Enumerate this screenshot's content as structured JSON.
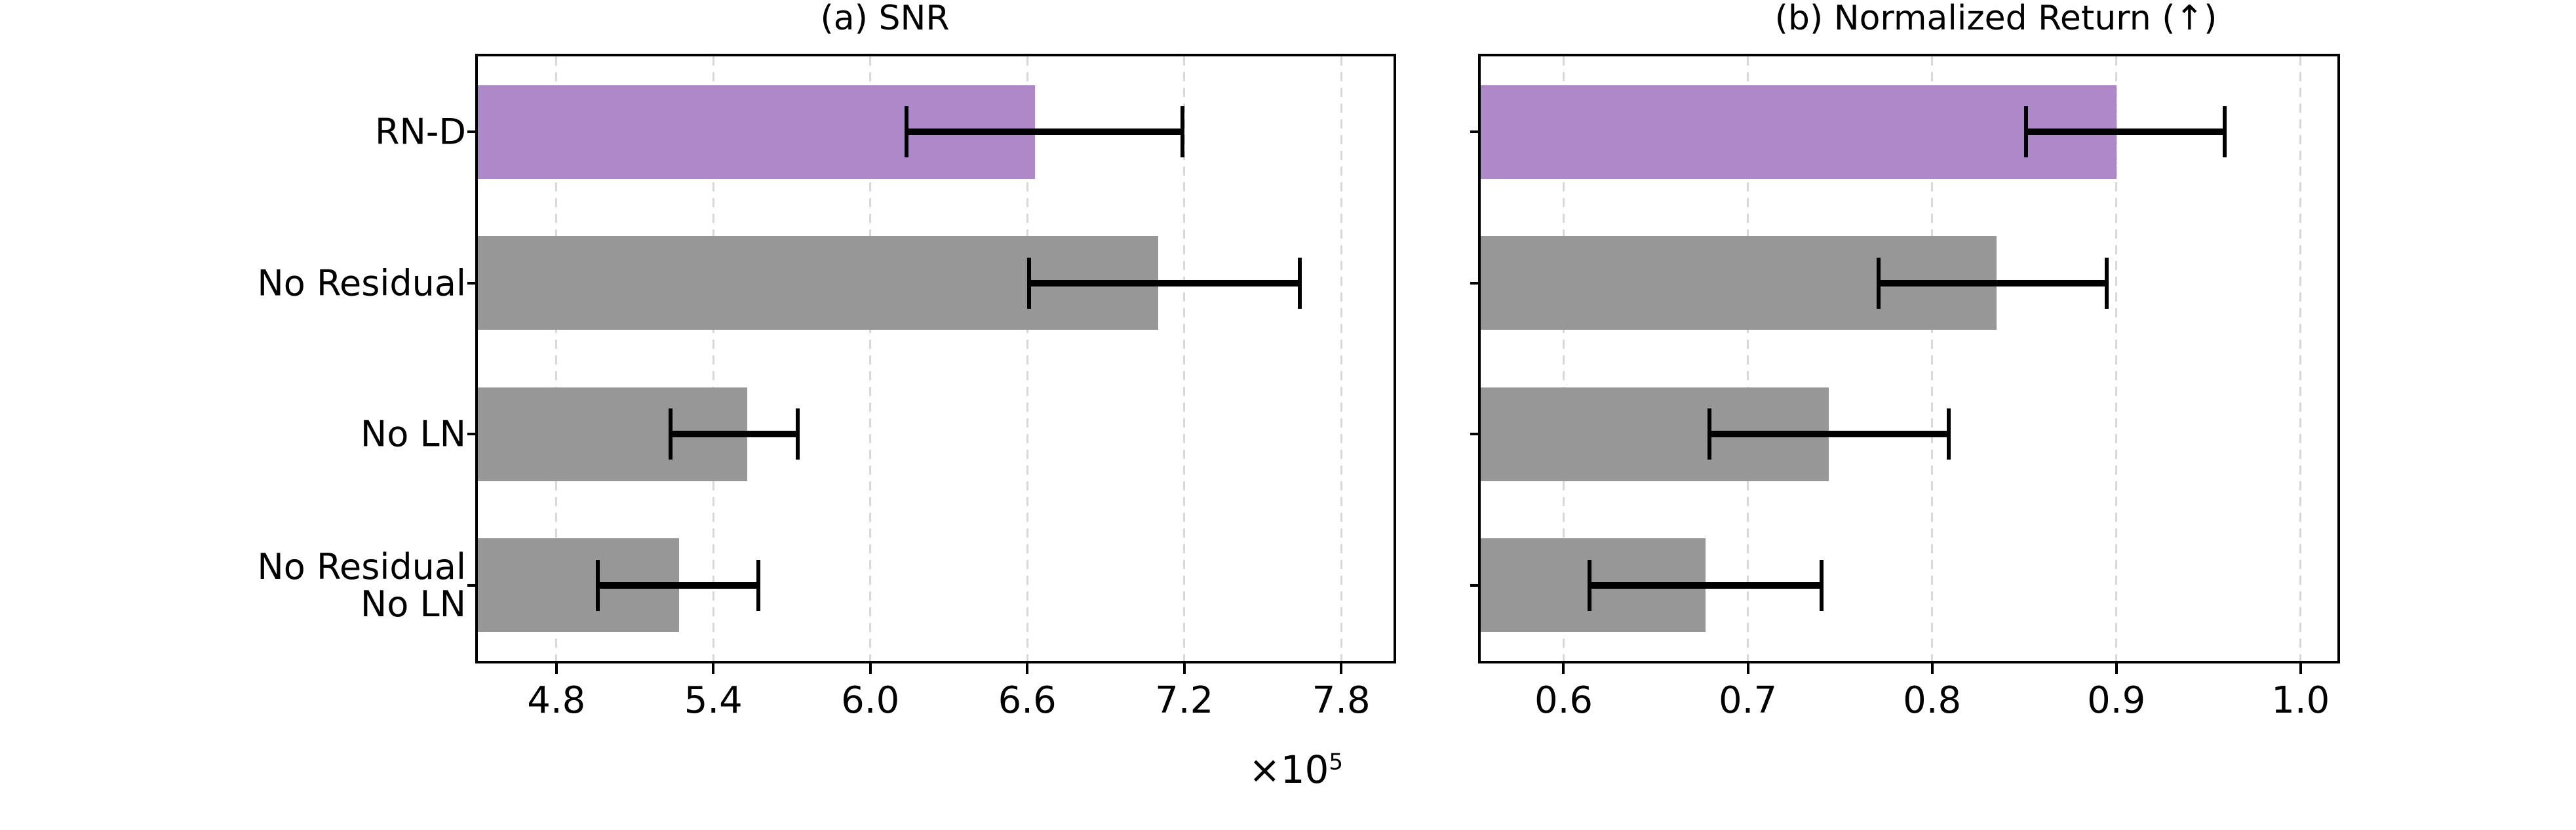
{
  "figure": {
    "panels": [
      {
        "id": "panel-a",
        "title": "(a) SNR",
        "xlabel": "",
        "offset_text": "×10",
        "offset_exponent": "5",
        "xticks": [
          "4.8",
          "5.4",
          "6.0",
          "6.6",
          "7.2",
          "7.8"
        ]
      },
      {
        "id": "panel-b",
        "title": "(b) Normalized Return (↑)",
        "xlabel": "",
        "offset_text": "",
        "offset_exponent": "",
        "xticks": [
          "0.6",
          "0.7",
          "0.8",
          "0.9",
          "1.0"
        ]
      }
    ],
    "ylabels": [
      "RN-D",
      "No Residual",
      "No LN",
      "No Residual\nNo LN"
    ],
    "colors": {
      "highlight": "#ad89c9",
      "baseline": "#979797",
      "grid": "#d8d8d8",
      "axis": "#000000"
    }
  },
  "chart_data": [
    {
      "type": "bar",
      "orientation": "horizontal",
      "title": "(a) SNR",
      "xlabel": "×10⁵",
      "ylabel": "",
      "xlim": [
        4.5,
        8.0
      ],
      "xticks": [
        4.8,
        5.4,
        6.0,
        6.6,
        7.2,
        7.8
      ],
      "grid": true,
      "scale_factor": 100000,
      "categories": [
        "RN-D",
        "No Residual",
        "No LN",
        "No Residual No LN"
      ],
      "values": [
        6.63,
        7.1,
        5.53,
        5.27
      ],
      "err_low": [
        6.13,
        6.6,
        5.23,
        4.95
      ],
      "err_high": [
        7.2,
        7.65,
        5.73,
        5.58
      ],
      "bar_colors": [
        "#ad89c9",
        "#979797",
        "#979797",
        "#979797"
      ]
    },
    {
      "type": "bar",
      "orientation": "horizontal",
      "title": "(b) Normalized Return (↑)",
      "xlabel": "",
      "ylabel": "",
      "xlim": [
        0.555,
        1.02
      ],
      "xticks": [
        0.6,
        0.7,
        0.8,
        0.9,
        1.0
      ],
      "grid": true,
      "categories": [
        "RN-D",
        "No Residual",
        "No LN",
        "No Residual No LN"
      ],
      "values": [
        0.9,
        0.835,
        0.744,
        0.677
      ],
      "err_low": [
        0.85,
        0.77,
        0.678,
        0.613
      ],
      "err_high": [
        0.96,
        0.896,
        0.81,
        0.741
      ],
      "bar_colors": [
        "#ad89c9",
        "#979797",
        "#979797",
        "#979797"
      ]
    }
  ]
}
